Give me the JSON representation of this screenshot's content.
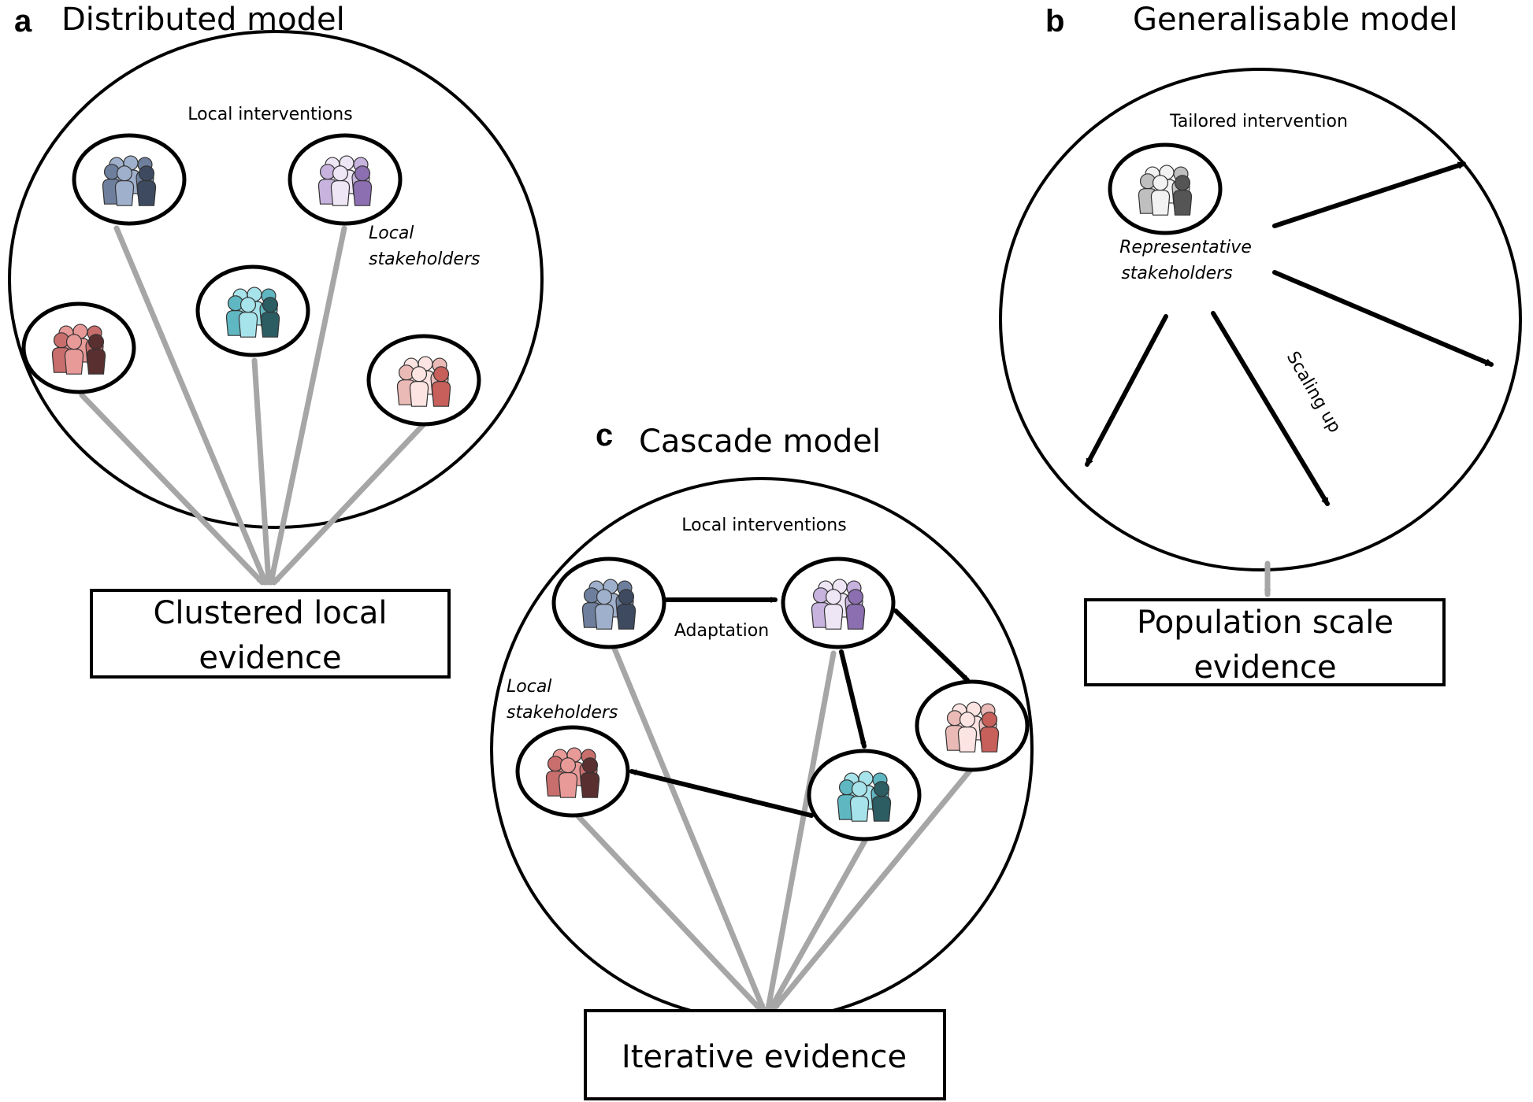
{
  "panels": {
    "a": {
      "letter": "a",
      "title": "Distributed model",
      "inner_label": "Local interventions",
      "stakeholder_label_line1": "Local",
      "stakeholder_label_line2": "stakeholders",
      "evidence_line1": "Clustered local",
      "evidence_line2": "evidence"
    },
    "b": {
      "letter": "b",
      "title": "Generalisable model",
      "inner_label": "Tailored intervention",
      "stakeholder_label_line1": "Representative",
      "stakeholder_label_line2": "stakeholders",
      "arrow_label": "Scaling up",
      "evidence_line1": "Population scale",
      "evidence_line2": "evidence"
    },
    "c": {
      "letter": "c",
      "title": "Cascade model",
      "inner_label": "Local interventions",
      "arrow_label": "Adaptation",
      "stakeholder_label_line1": "Local",
      "stakeholder_label_line2": "stakeholders",
      "evidence_line1": "Iterative evidence"
    }
  },
  "group_palettes": {
    "blue": [
      "#9fb0cc",
      "#6e7f9e",
      "#3d4a60"
    ],
    "purple": [
      "#eee6f5",
      "#c7b3de",
      "#8c6fb0"
    ],
    "teal": [
      "#a7e3ea",
      "#5fb7c2",
      "#2b5d63"
    ],
    "red": [
      "#e89a98",
      "#c86e6c",
      "#5a2f2f"
    ],
    "rose": [
      "#fbe4e2",
      "#eabab6",
      "#c75f5a"
    ],
    "grey": [
      "#f2f2f2",
      "#bfbfbf",
      "#555555"
    ]
  },
  "colors": {
    "grey_arrow": "#a6a6a6",
    "black_arrow": "#000000"
  }
}
